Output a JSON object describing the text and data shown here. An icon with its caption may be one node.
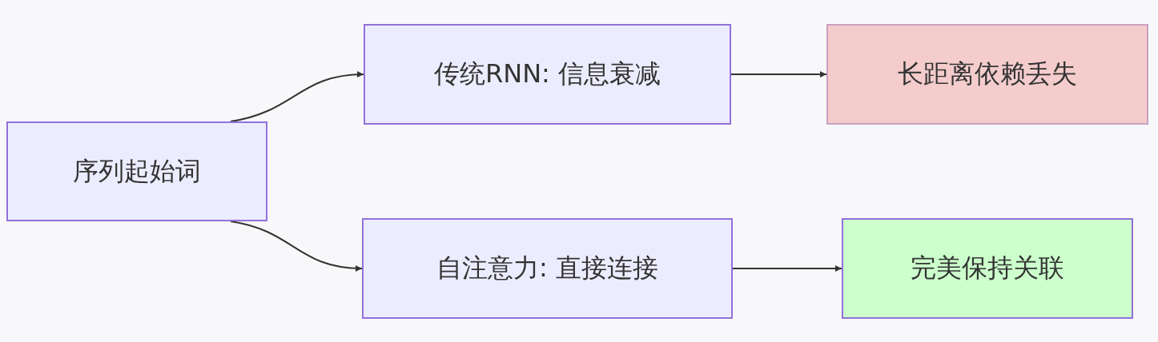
{
  "diagram": {
    "nodes": [
      {
        "text": [
          "序列起始词"
        ]
      },
      {
        "text": [
          "传统RNN: 信息衰减"
        ]
      },
      {
        "text": [
          "长距离依赖丢失"
        ]
      },
      {
        "text": [
          "自注意力: 直接连接"
        ]
      },
      {
        "text": [
          "完美保持关联"
        ]
      }
    ],
    "edges": [
      {
        "from": 0,
        "to": 1,
        "arrow": "to"
      },
      {
        "from": 1,
        "to": 2,
        "arrow": "to"
      },
      {
        "from": 0,
        "to": 3,
        "arrow": "to"
      },
      {
        "from": 3,
        "to": 4,
        "arrow": "to"
      }
    ]
  }
}
